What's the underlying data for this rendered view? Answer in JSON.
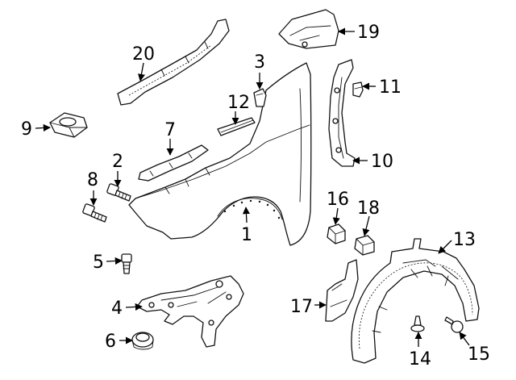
{
  "callouts": [
    {
      "id": "c1",
      "label": "1"
    },
    {
      "id": "c2",
      "label": "2"
    },
    {
      "id": "c3",
      "label": "3"
    },
    {
      "id": "c4",
      "label": "4"
    },
    {
      "id": "c5",
      "label": "5"
    },
    {
      "id": "c6",
      "label": "6"
    },
    {
      "id": "c7",
      "label": "7"
    },
    {
      "id": "c8",
      "label": "8"
    },
    {
      "id": "c9",
      "label": "9"
    },
    {
      "id": "c10",
      "label": "10"
    },
    {
      "id": "c11",
      "label": "11"
    },
    {
      "id": "c12",
      "label": "12"
    },
    {
      "id": "c13",
      "label": "13"
    },
    {
      "id": "c14",
      "label": "14"
    },
    {
      "id": "c15",
      "label": "15"
    },
    {
      "id": "c16",
      "label": "16"
    },
    {
      "id": "c17",
      "label": "17"
    },
    {
      "id": "c18",
      "label": "18"
    },
    {
      "id": "c19",
      "label": "19"
    },
    {
      "id": "c20",
      "label": "20"
    }
  ],
  "colors": {
    "ink": "#111111",
    "background": "#ffffff"
  }
}
